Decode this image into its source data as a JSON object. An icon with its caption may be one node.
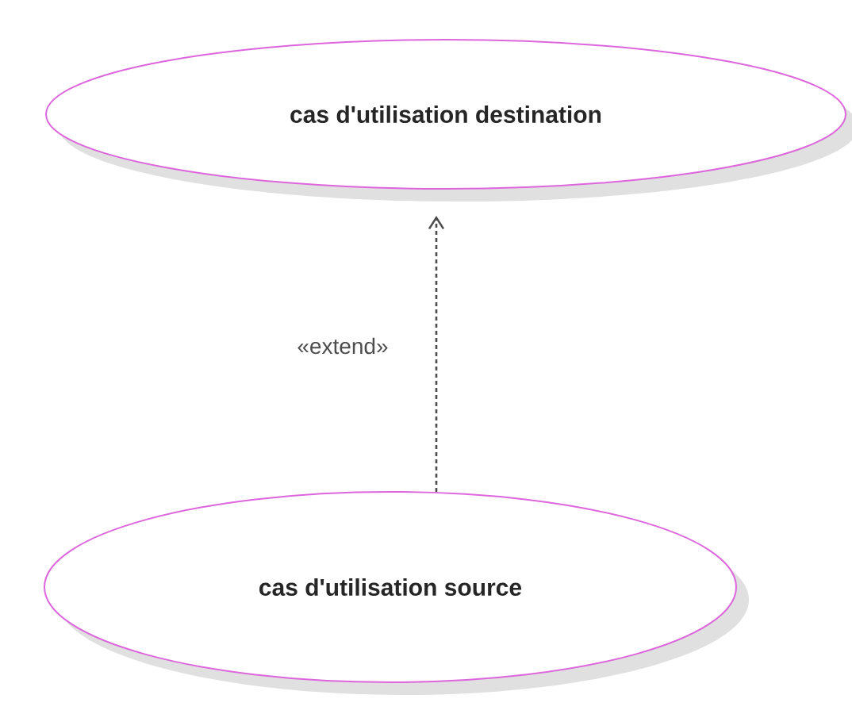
{
  "diagram": {
    "nodes": [
      {
        "text": [
          "cas d'utilisation destination"
        ]
      },
      {
        "text": [
          "cas d'utilisation source"
        ]
      }
    ],
    "edges": [
      {
        "from": 1,
        "to": 0,
        "arrow": "to",
        "label": "«extend»",
        "style": "dashed"
      }
    ]
  }
}
